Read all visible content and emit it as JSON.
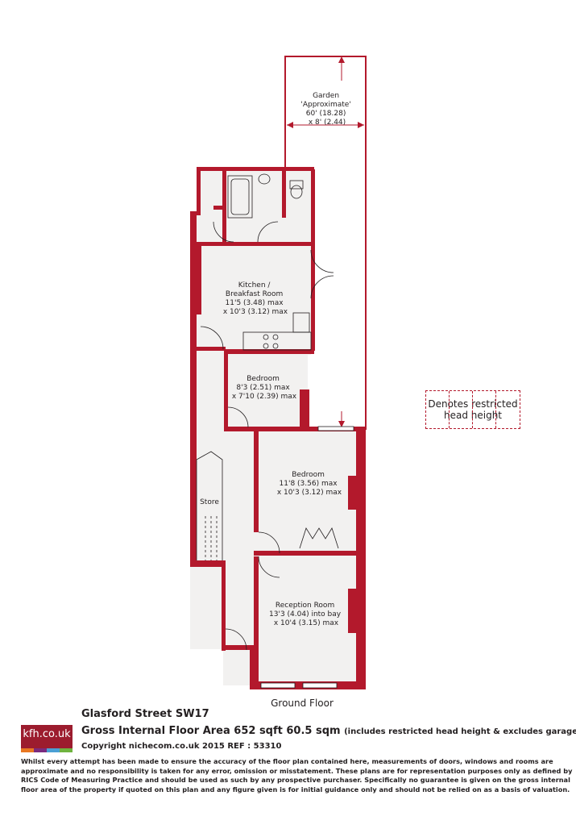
{
  "rooms": {
    "garden": [
      "Garden",
      "'Approximate'",
      "60' (18.28)",
      "x 8' (2.44)"
    ],
    "kitchen": [
      "Kitchen /",
      "Breakfast Room",
      "11'5 (3.48) max",
      "x 10'3 (3.12) max"
    ],
    "bedroom_small": [
      "Bedroom",
      "8'3 (2.51) max",
      "x 7'10 (2.39) max"
    ],
    "bedroom_large": [
      "Bedroom",
      "11'8 (3.56) max",
      "x 10'3 (3.12) max"
    ],
    "reception": [
      "Reception Room",
      "13'3 (4.04) into bay",
      "x 10'4 (3.15) max"
    ],
    "store": "Store"
  },
  "floor_label": "Ground Floor",
  "legend": [
    "Denotes restricted",
    "head height"
  ],
  "logo_text": "kfh.co.uk",
  "title": "Glasford Street SW17",
  "area_main": "Gross Internal Floor Area 652 sqft 60.5 sqm",
  "area_note": "(includes restricted head height & excludes garage)",
  "copyright": "Copyright nichecom.co.uk 2015 REF : 53310",
  "disclaimer": "Whilst every attempt has been made to ensure the accuracy of the floor plan contained here, measurements of doors, windows and rooms are approximate and no responsibility is taken for any error, omission or misstatement. These plans are for representation purposes only as defined by RICS Code of Measuring Practice and should be used as such by any prospective purchaser. Specifically no guarantee is given on the gross internal floor area of the property if quoted on this plan and any figure given is for initial guidance only and should not be relied on as a basis of valuation.",
  "colors": {
    "wall": "#b3192c",
    "floor": "#f2f1f0",
    "text": "#231f20",
    "logo_bg": "#9c1c2e"
  }
}
